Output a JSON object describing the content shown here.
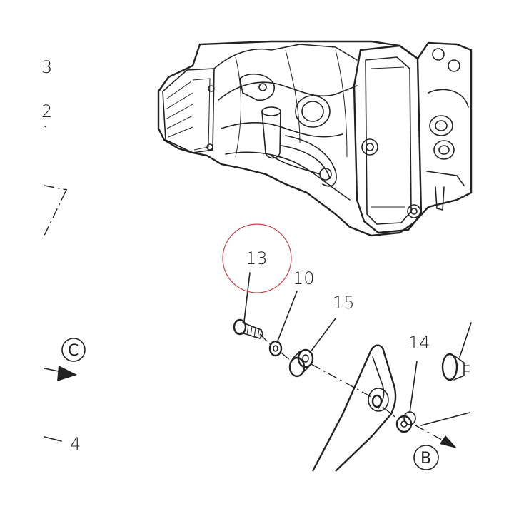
{
  "diagram": {
    "callouts": {
      "c3": "3",
      "c2": "2",
      "c13": "13",
      "c10": "10",
      "c15": "15",
      "c14": "14",
      "c4": "4"
    },
    "view_markers": {
      "c": "C",
      "b": "B"
    },
    "highlight_color": "#c9404a"
  }
}
